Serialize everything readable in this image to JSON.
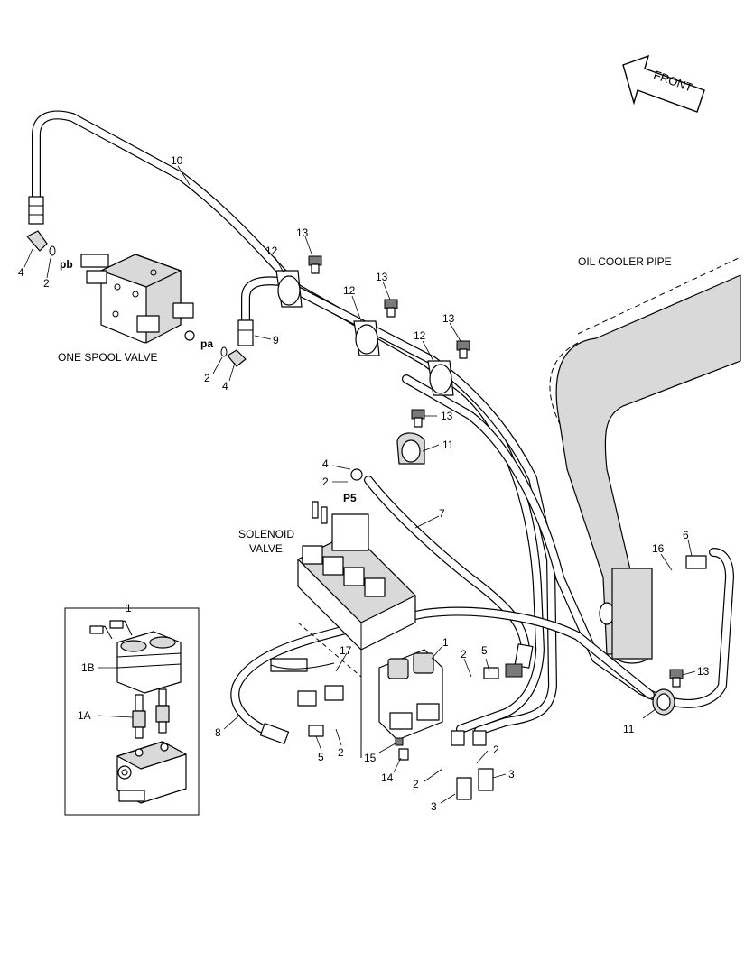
{
  "captions": {
    "front": "FRONT",
    "oil_cooler_pipe": "OIL COOLER PIPE",
    "one_spool_valve": "ONE SPOOL VALVE",
    "solenoid_valve_line1": "SOLENOID",
    "solenoid_valve_line2": "VALVE"
  },
  "port_labels": {
    "pb": "pb",
    "pa": "pa",
    "p5": "P5"
  },
  "callouts": {
    "c10": "10",
    "c4_top": "4",
    "c2_top": "2",
    "c13_a": "13",
    "c12_a": "12",
    "c13_b": "13",
    "c12_b": "12",
    "c13_c": "13",
    "c12_c": "12",
    "c9": "9",
    "c2_pa": "2",
    "c4_pa": "4",
    "c13_d": "13",
    "c11_a": "11",
    "c4_p5": "4",
    "c2_p5": "2",
    "c7": "7",
    "c6": "6",
    "c16": "16",
    "c1_main": "1",
    "c2_mid": "2",
    "c5_mid": "5",
    "c17": "17",
    "c13_e": "13",
    "c11_b": "11",
    "c8": "8",
    "c5_low": "5",
    "c2_low": "2",
    "c15": "15",
    "c14": "14",
    "c2_right": "2",
    "c3_right": "3",
    "c2_bottom": "2",
    "c3_bottom": "3"
  },
  "inset": {
    "title": "1",
    "c1b": "1B",
    "c1a": "1A"
  }
}
